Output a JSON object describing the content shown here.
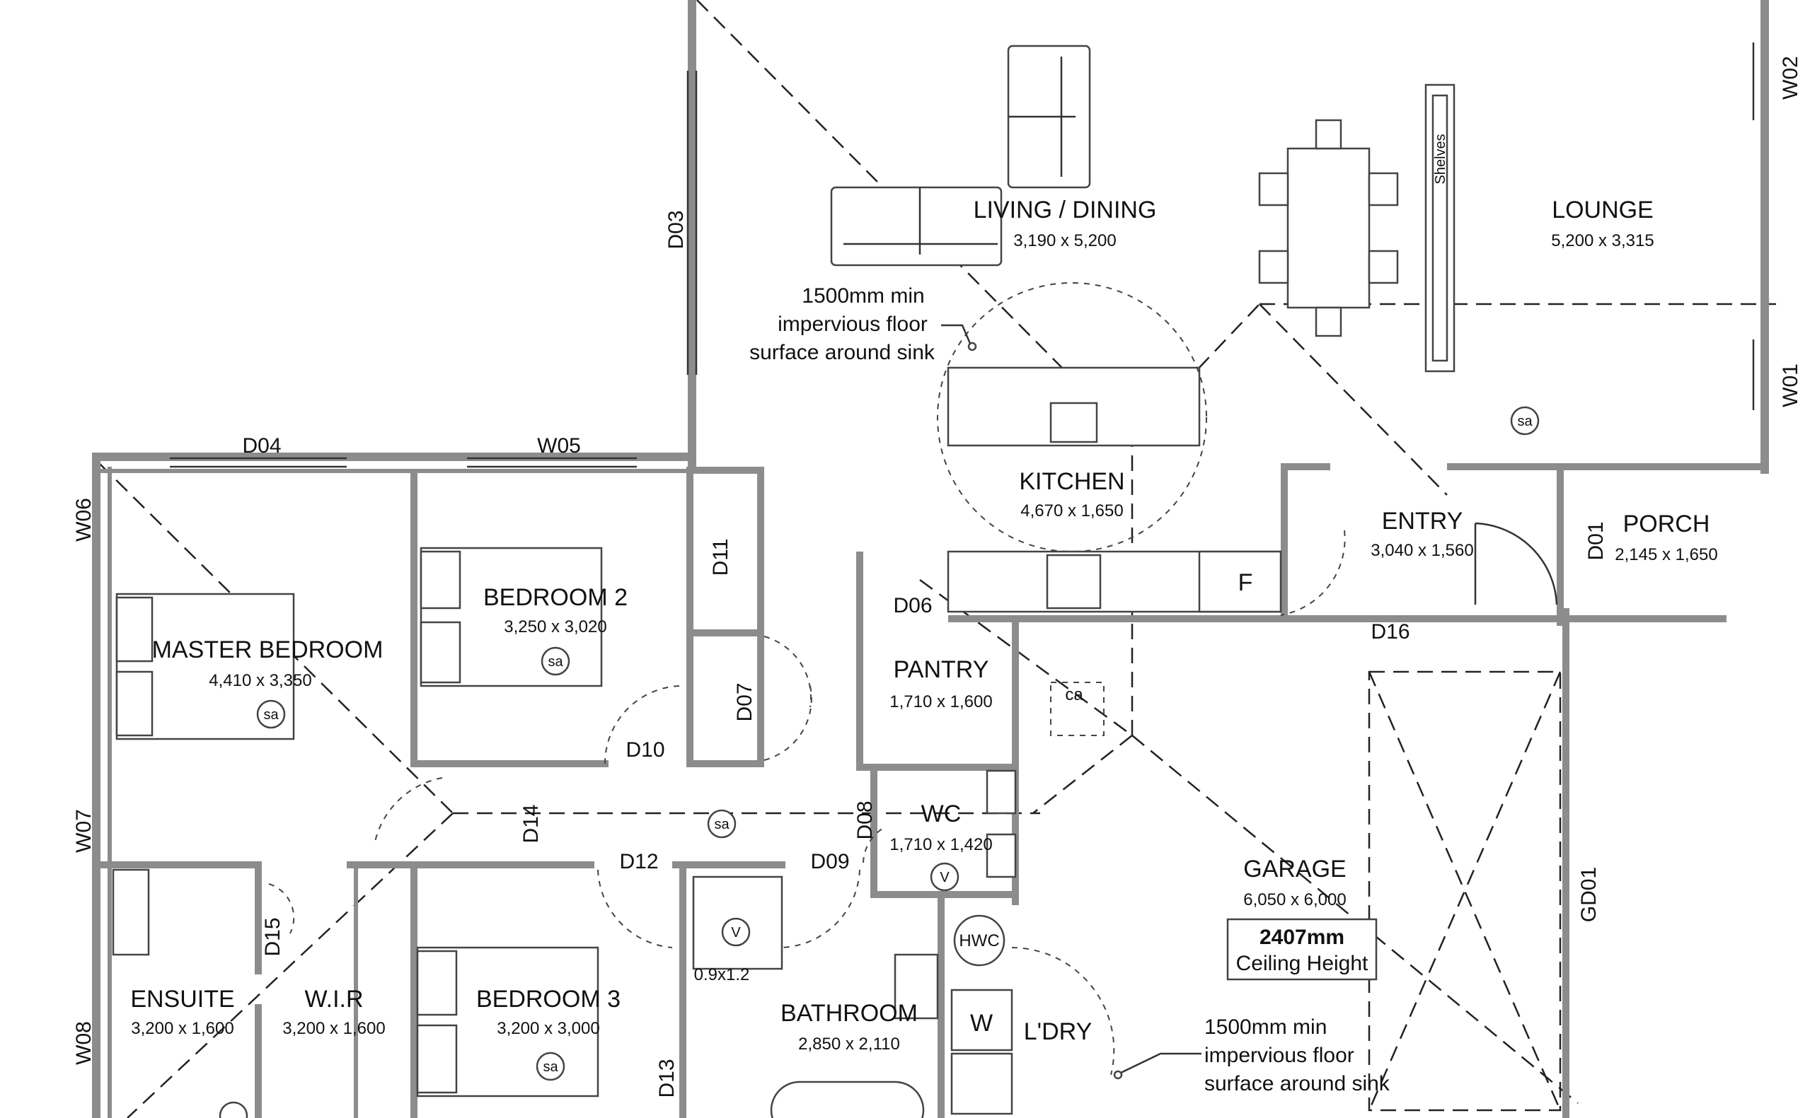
{
  "rooms": {
    "living_dining": {
      "name": "LIVING / DINING",
      "dims": "3,190 x 5,200"
    },
    "lounge": {
      "name": "LOUNGE",
      "dims": "5,200 x 3,315"
    },
    "kitchen": {
      "name": "KITCHEN",
      "dims": "4,670 x 1,650"
    },
    "entry": {
      "name": "ENTRY",
      "dims": "3,040 x 1,560"
    },
    "porch": {
      "name": "PORCH",
      "dims": "2,145 x 1,650"
    },
    "bedroom2": {
      "name": "BEDROOM 2",
      "dims": "3,250 x 3,020"
    },
    "master": {
      "name": "MASTER BEDROOM",
      "dims": "4,410 x 3,350"
    },
    "pantry": {
      "name": "PANTRY",
      "dims": "1,710 x 1,600"
    },
    "wc": {
      "name": "WC",
      "dims": "1,710 x 1,420"
    },
    "garage": {
      "name": "GARAGE",
      "dims": "6,050 x 6,000"
    },
    "ensuite": {
      "name": "ENSUITE",
      "dims": "3,200 x 1,600"
    },
    "wir": {
      "name": "W.I.R",
      "dims": "3,200 x 1,600"
    },
    "bedroom3": {
      "name": "BEDROOM 3",
      "dims": "3,200 x 3,000"
    },
    "bathroom": {
      "name": "BATHROOM",
      "dims": "2,850 x 2,110"
    },
    "laundry": {
      "name": "L'DRY"
    }
  },
  "doors": {
    "d01": "D01",
    "d03": "D03",
    "d04": "D04",
    "d06": "D06",
    "d07": "D07",
    "d08": "D08",
    "d09": "D09",
    "d10": "D10",
    "d11": "D11",
    "d12": "D12",
    "d13": "D13",
    "d14": "D14",
    "d15": "D15",
    "d16": "D16",
    "gd01": "GD01"
  },
  "windows": {
    "w01": "W01",
    "w02": "W02",
    "w05": "W05",
    "w06": "W06",
    "w07": "W07",
    "w08": "W08"
  },
  "symbols": {
    "smoke_alarm": "sa",
    "ca": "ca",
    "vent": "V",
    "fridge": "F",
    "hwc": "HWC",
    "washer": "W",
    "shelves": "Shelves",
    "shower_size": "0.9x1.2"
  },
  "notes": {
    "kitchen_floor": [
      "1500mm min",
      "impervious floor",
      "surface around sink"
    ],
    "laundry_floor": [
      "1500mm min",
      "impervious floor",
      "surface around sink"
    ],
    "garage_ceiling": [
      "2407mm",
      "Ceiling Height"
    ]
  }
}
